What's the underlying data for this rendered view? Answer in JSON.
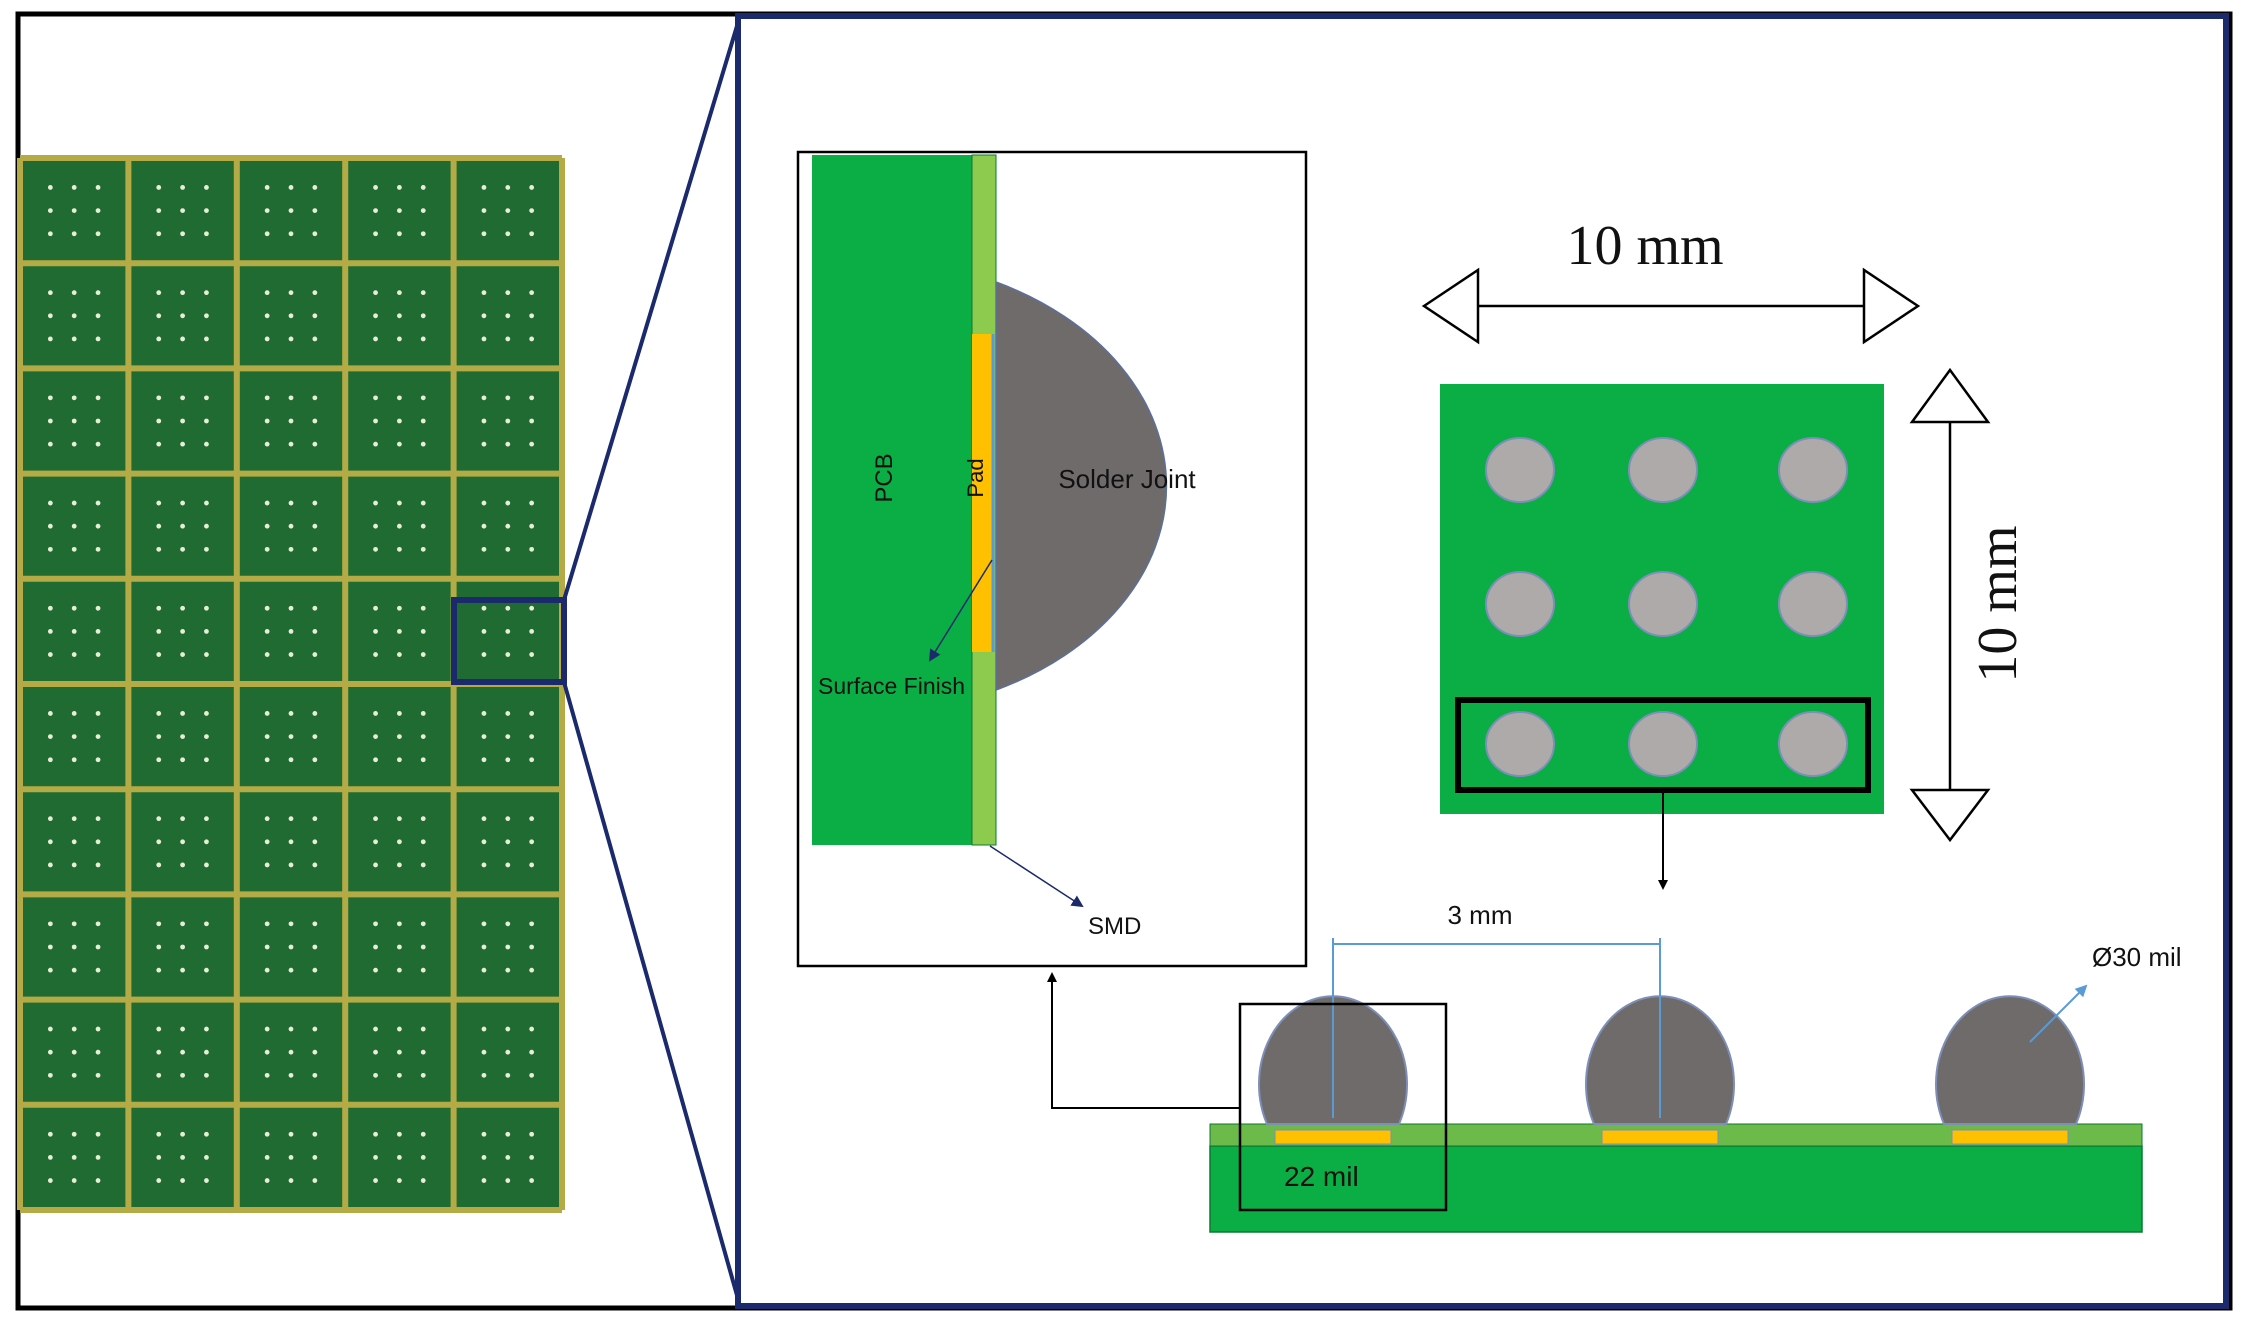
{
  "colors": {
    "pcb_green": "#0aae44",
    "smd_light_green": "#8ccb4e",
    "pad_yellow": "#ffc000",
    "solder_gray": "#6f6b6b",
    "ball_light_gray": "#afaaaa",
    "frame_navy": "#1a2a6c",
    "annotation_blue": "#5b9bd5",
    "photo_board": "#1f6b32",
    "photo_grid_line": "#b5ab46"
  },
  "photo_panel": {
    "rows": 10,
    "cols": 5,
    "pads_per_cell": 9
  },
  "cross_section": {
    "pcb_label": "PCB",
    "pad_label": "Pad",
    "solder_label": "Solder Joint",
    "surface_finish_label": "Surface Finish",
    "smd_label": "SMD"
  },
  "top_view": {
    "width_label": "10 mm",
    "height_label": "10 mm",
    "grid_rows": 3,
    "grid_cols": 3
  },
  "side_view": {
    "pitch_label": "3 mm",
    "pad_label": "22 mil",
    "ball_label": "Ø30 mil",
    "ball_count": 3
  }
}
